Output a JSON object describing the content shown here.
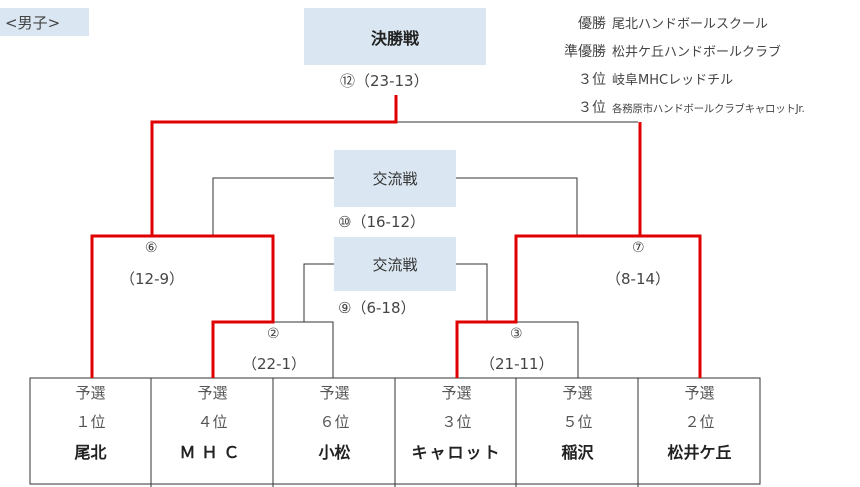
{
  "category_tag": "<男子>",
  "final": {
    "label": "決勝戦",
    "match_no": "⑫",
    "score": "（23-13）"
  },
  "exchange1": {
    "label": "交流戦",
    "match_no": "⑩",
    "score": "（16-12）"
  },
  "exchange2": {
    "label": "交流戦",
    "match_no": "⑨",
    "score": "（6-18）"
  },
  "semi_left": {
    "match_no": "⑥",
    "score": "（12-9）"
  },
  "semi_right": {
    "match_no": "⑦",
    "score": "（8-14）"
  },
  "qf_left": {
    "match_no": "②",
    "score": "（22-1）"
  },
  "qf_right": {
    "match_no": "③",
    "score": "（21-11）"
  },
  "rankings": [
    {
      "rank": "優勝",
      "team": "尾北ハンドボールスクール"
    },
    {
      "rank": "準優勝",
      "team": "松井ケ丘ハンドボールクラブ"
    },
    {
      "rank": "３位",
      "team": "岐阜MHCレッドチル"
    },
    {
      "rank": "３位",
      "team": "各務原市ハンドボールクラブキャロットJr."
    }
  ],
  "teams": [
    {
      "stage": "予選",
      "place": "１位",
      "name": "尾北"
    },
    {
      "stage": "予選",
      "place": "４位",
      "name": "ＭＨＣ"
    },
    {
      "stage": "予選",
      "place": "６位",
      "name": "小松"
    },
    {
      "stage": "予選",
      "place": "３位",
      "name": "キャロット"
    },
    {
      "stage": "予選",
      "place": "５位",
      "name": "稲沢"
    },
    {
      "stage": "予選",
      "place": "２位",
      "name": "松井ケ丘"
    }
  ],
  "colors": {
    "winner_line": "#e00000",
    "line": "#333333",
    "box_fill": "#dae6f1"
  }
}
